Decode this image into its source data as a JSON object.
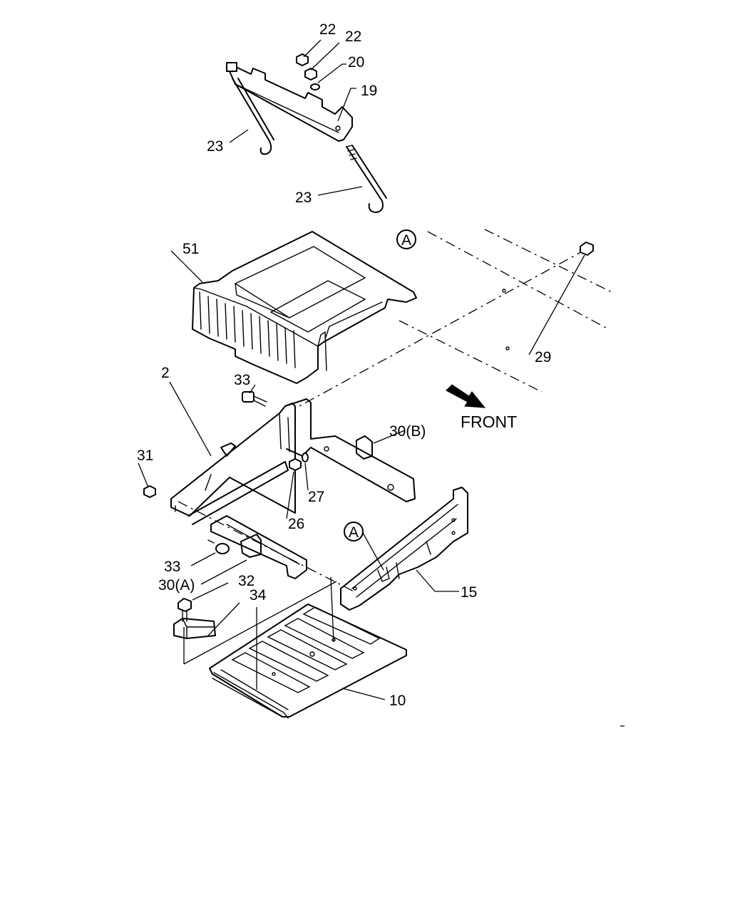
{
  "callouts": {
    "c22a": "22",
    "c22b": "22",
    "c20": "20",
    "c19": "19",
    "c23a": "23",
    "c23b": "23",
    "cA1": "A",
    "cA2": "A",
    "c51": "51",
    "c29": "29",
    "c2": "2",
    "c33a": "33",
    "c30b": "30(B)",
    "c31": "31",
    "c27": "27",
    "c26": "26",
    "c33b": "33",
    "c30a": "30(A)",
    "c32": "32",
    "c34": "34",
    "c15": "15",
    "c10": "10"
  },
  "direction": {
    "label": "FRONT"
  }
}
